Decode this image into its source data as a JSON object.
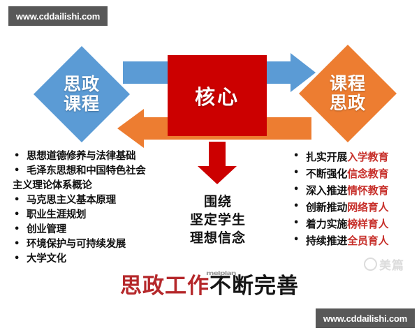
{
  "watermarks": {
    "top": "www.cddailishi.com",
    "bottom": "www.cddailishi.com",
    "faint_right": "美篇",
    "faint_center": "meipian"
  },
  "diagram": {
    "left_node": {
      "label": "思政\n课程",
      "color": "#5B9BD5",
      "shape": "diamond"
    },
    "center_node": {
      "label": "核心",
      "color": "#CC0000",
      "shape": "rectangle"
    },
    "right_node": {
      "label": "课程\n思政",
      "color": "#ED7D31",
      "shape": "diamond"
    },
    "arrows": [
      {
        "name": "top-arrow",
        "direction": "right",
        "color": "#5B9BD5"
      },
      {
        "name": "bottom-arrow",
        "direction": "left",
        "color": "#ED7D31"
      },
      {
        "name": "down-arrow",
        "direction": "down",
        "color": "#CC0000"
      }
    ]
  },
  "left_list": {
    "items": [
      {
        "line1": "思想道德修养与法律基础",
        "line2": ""
      },
      {
        "line1": "毛泽东思想和中国特色社会",
        "line2": "主义理论体系概论"
      },
      {
        "line1": "马克思主义基本原理",
        "line2": ""
      },
      {
        "line1": "职业生涯规划",
        "line2": ""
      },
      {
        "line1": "创业管理",
        "line2": ""
      },
      {
        "line1": "环境保护与可持续发展",
        "line2": ""
      },
      {
        "line1": "大学文化",
        "line2": ""
      }
    ]
  },
  "right_list": {
    "accent_color": "#C7302B",
    "items": [
      {
        "prefix": "扎实开展",
        "accent": "入学教育"
      },
      {
        "prefix": "不断强化",
        "accent": "信念教育"
      },
      {
        "prefix": "深入推进",
        "accent": "情怀教育"
      },
      {
        "prefix": "创新推动",
        "accent": "网络育人"
      },
      {
        "prefix": "着力实施",
        "accent": "榜样育人"
      },
      {
        "prefix": "持续推进",
        "accent": "全员育人"
      }
    ]
  },
  "center_statement": {
    "text": "围绕\n坚定学生\n理想信念"
  },
  "headline": {
    "red_part": "思政工作",
    "black_part": "不断完善",
    "red_color": "#B5282B",
    "black_color": "#151515"
  }
}
